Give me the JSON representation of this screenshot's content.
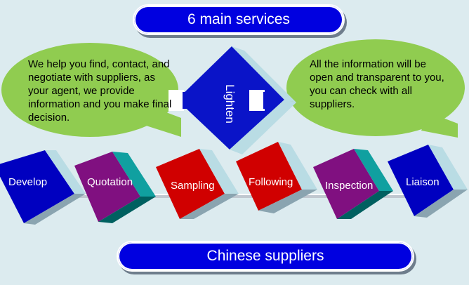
{
  "header": {
    "title": "6 main services"
  },
  "footer": {
    "title": "Chinese suppliers"
  },
  "center": {
    "label": "Lighten"
  },
  "left_bubble": {
    "text": "We help you find, contact, and negotiate with suppliers, as your agent, we provide information and you make final decision."
  },
  "right_bubble": {
    "text": "All the information will be open and transparent to you, you can check with all suppliers."
  },
  "services": [
    {
      "label": "Develop",
      "color": "#0000c0"
    },
    {
      "label": "Quotation",
      "color": "#801080"
    },
    {
      "label": "Sampling",
      "color": "#d00000"
    },
    {
      "label": "Following",
      "color": "#d00000"
    },
    {
      "label": "Inspection",
      "color": "#801080"
    },
    {
      "label": "Liaison",
      "color": "#0000c0"
    }
  ],
  "colors": {
    "background": "#dcebef",
    "pill": "#0000e0",
    "bubble": "#90cc50",
    "diamond": "#0a14c8"
  }
}
